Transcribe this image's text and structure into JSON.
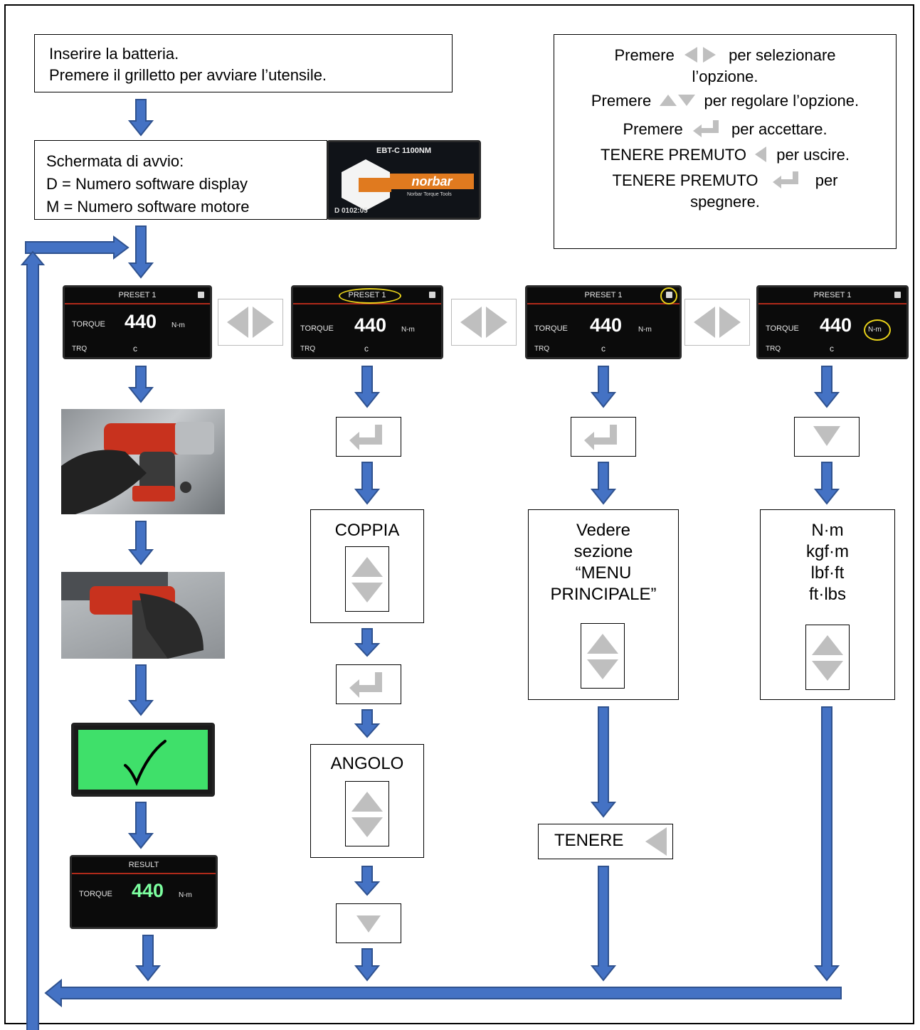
{
  "start_box": {
    "line1": "Inserire la batteria.",
    "line2": "Premere il grilletto per avviare l’utensile."
  },
  "legend": {
    "l1a": "Premere",
    "l1b": "per selezionare",
    "l1c": "l’opzione.",
    "l2a": "Premere",
    "l2b": "per regolare l’opzione.",
    "l3a": "Premere",
    "l3b": "per accettare.",
    "l4a": "TENERE PREMUTO",
    "l4b": "per uscire.",
    "l5a": "TENERE PREMUTO",
    "l5b": "per",
    "l5c": "spegnere."
  },
  "splash_box": {
    "line1": "Schermata di avvio:",
    "line2": "D = Numero software display",
    "line3": "M = Numero software motore"
  },
  "splash_screen": {
    "model": "EBT-C 1100NM",
    "logo": "norbar",
    "tagline": "Norbar Torque Tools",
    "version": "D 0102:05"
  },
  "preset_screen": {
    "title": "PRESET 1",
    "label": "TORQUE",
    "value": "440",
    "unit": "N-m",
    "sub": "TRQ",
    "mode": "c"
  },
  "result_screen": {
    "title": "RESULT",
    "label": "TORQUE",
    "value": "440",
    "unit": "N-m"
  },
  "col2": {
    "coppia": "COPPIA",
    "angolo": "ANGOLO"
  },
  "col3": {
    "l1": "Vedere",
    "l2": "sezione",
    "l3": "“MENU",
    "l4": "PRINCIPALE”",
    "hold": "TENERE"
  },
  "col4": {
    "units": [
      "N·m",
      "kgf·m",
      "lbf·ft",
      "ft·lbs"
    ]
  },
  "colors": {
    "arrow": "#4472c4",
    "arrow_stroke": "#2f528f",
    "key_grey": "#bfbfbf",
    "highlight": "#e8d21a",
    "ok_green": "#3fe06a",
    "tool_red": "#c8321e"
  }
}
